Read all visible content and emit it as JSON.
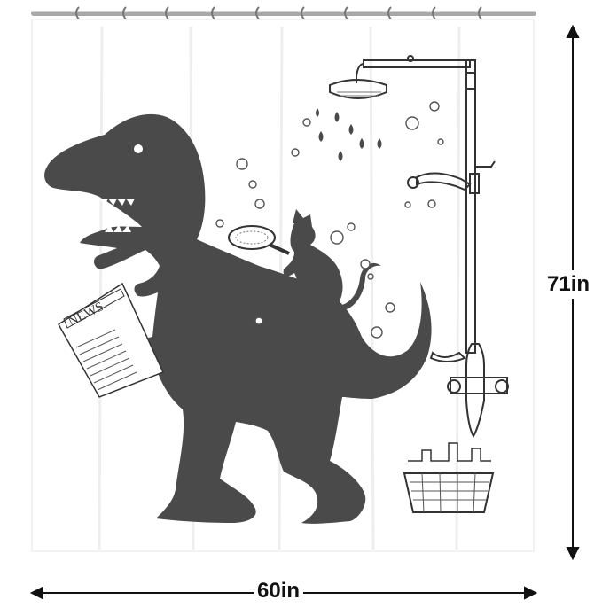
{
  "product": {
    "newspaper_headline": "NEWS",
    "width_label": "60in",
    "height_label": "71in"
  },
  "colors": {
    "silhouette": "#4a4a4a",
    "line_art": "#333333",
    "curtain": "#ffffff",
    "rod": "#9a9a9a"
  }
}
